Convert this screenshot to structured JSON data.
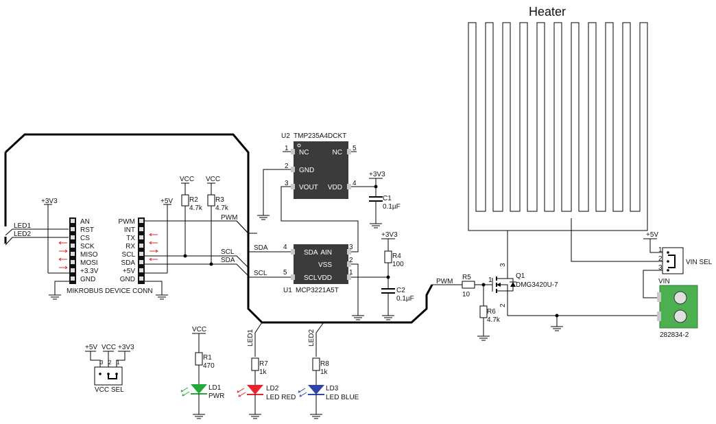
{
  "heater": {
    "label": "Heater"
  },
  "colors": {
    "heater": "#f0891a",
    "ic": "#3b3b3b",
    "terminal": "#4caf50",
    "green": "#22a83a",
    "red": "#e8242a",
    "blue": "#2f44a8"
  },
  "mikrobus": {
    "title": "MIKROBUS DEVICE CONN",
    "left_pins": [
      "AN",
      "RST",
      "CS",
      "SCK",
      "MISO",
      "MOSI",
      "+3.3V",
      "GND"
    ],
    "right_pins": [
      "PWM",
      "INT",
      "TX",
      "RX",
      "SCL",
      "SDA",
      "+5V",
      "GND"
    ],
    "supply_left": "+3V3",
    "supply_right": "+5V",
    "led1_net": "LED1",
    "led2_net": "LED2"
  },
  "pullups": {
    "r2": {
      "ref": "R2",
      "value": "4.7k",
      "supply": "VCC"
    },
    "r3": {
      "ref": "R3",
      "value": "4.7k",
      "supply": "VCC"
    }
  },
  "nets": {
    "pwm": "PWM",
    "scl": "SCL",
    "sda": "SDA"
  },
  "u2": {
    "ref": "U2",
    "part": "TMP235A4DCKT",
    "pins": {
      "nc1": "NC",
      "gnd": "GND",
      "vout": "VOUT",
      "nc5": "NC",
      "vdd": "VDD"
    },
    "pin_numbers": {
      "p1": "1",
      "p2": "2",
      "p3": "3",
      "p4": "4",
      "p5": "5"
    }
  },
  "c1": {
    "ref": "C1",
    "value": "0.1µF",
    "supply": "+3V3"
  },
  "u1": {
    "ref": "U1",
    "part": "MCP3221A5T",
    "pins": {
      "sda": "SDA",
      "ain": "AIN",
      "vss": "VSS",
      "scl": "SCL",
      "vdd": "VDD"
    },
    "pin_numbers": {
      "p1": "1",
      "p2": "2",
      "p3": "3",
      "p4": "4",
      "p5": "5"
    }
  },
  "r4": {
    "ref": "R4",
    "value": "100",
    "supply": "+3V3"
  },
  "c2": {
    "ref": "C2",
    "value": "0.1µF"
  },
  "r5": {
    "ref": "R5",
    "value": "10"
  },
  "r6": {
    "ref": "R6",
    "value": "4.7k"
  },
  "q1": {
    "ref": "Q1",
    "part": "DMG3420U-7",
    "pin_numbers": {
      "p1": "1",
      "p2": "2",
      "p3": "3"
    }
  },
  "vin_sel": {
    "label": "VIN SEL",
    "supply": "+5V",
    "pins": [
      "1",
      "2",
      "3"
    ]
  },
  "vin": {
    "label": "VIN",
    "part": "282834-2"
  },
  "vcc_sel": {
    "label": "VCC SEL",
    "supplies": [
      "+5V",
      "VCC",
      "+3V3"
    ],
    "pins": [
      "3",
      "2",
      "1"
    ]
  },
  "pwr_led": {
    "r_ref": "R1",
    "r_value": "470",
    "ref": "LD1",
    "label": "PWR",
    "supply": "VCC"
  },
  "led_red": {
    "r_ref": "R7",
    "r_value": "1k",
    "ref": "LD2",
    "label": "LED RED",
    "net": "LED1"
  },
  "led_blue": {
    "r_ref": "R8",
    "r_value": "1k",
    "ref": "LD3",
    "label": "LED BLUE",
    "net": "LED2"
  }
}
